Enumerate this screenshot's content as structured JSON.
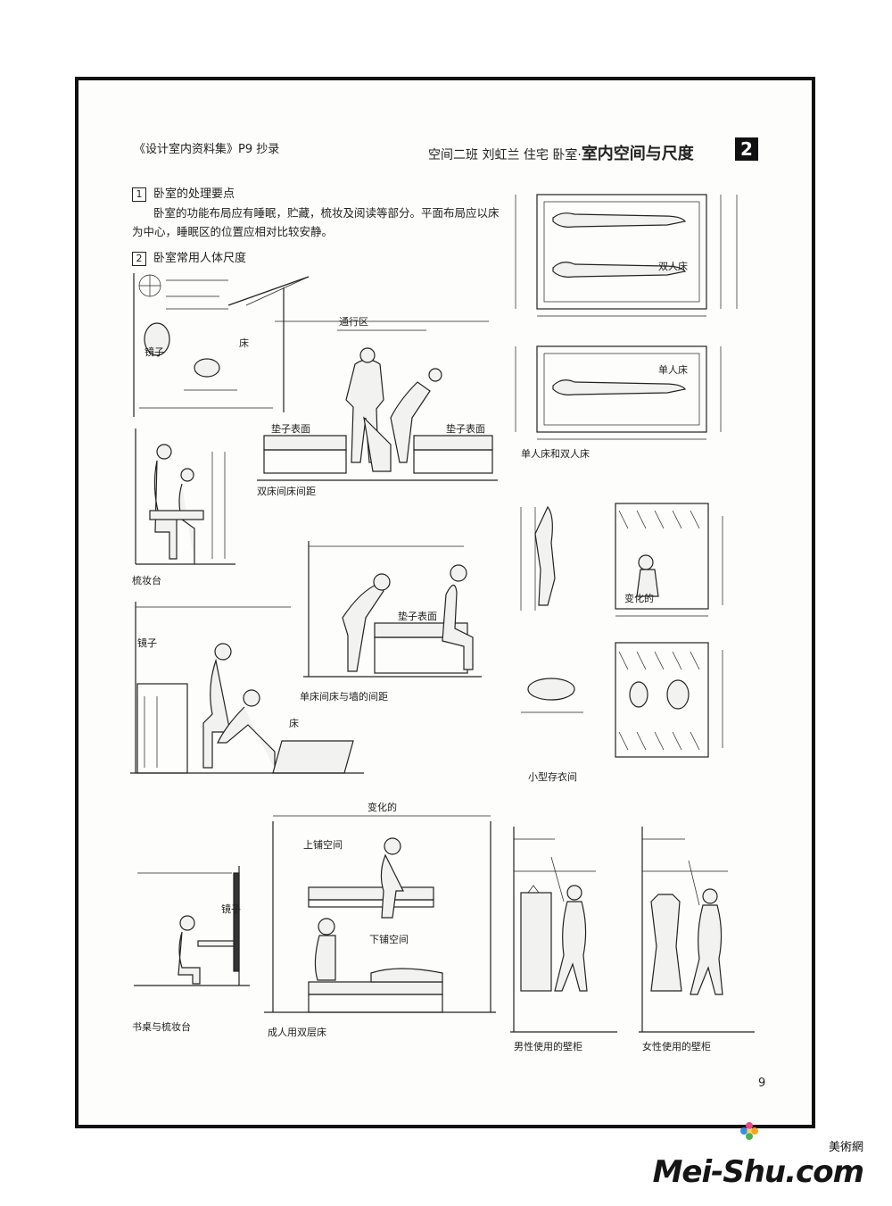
{
  "header": {
    "left_note": "《设计室内资料集》P9 抄录",
    "right_note": "空间二班 刘虹兰 住宅 卧室·",
    "title": "室内空间与尺度",
    "chapter_num": "2"
  },
  "sections": [
    {
      "num": "1",
      "title": "卧室的处理要点",
      "body": "卧室的功能布局应有睡眠，贮藏，梳妆及阅读等部分。平面布局应以床为中心，睡眠区的位置应相对比较安静。"
    },
    {
      "num": "2",
      "title": "卧室常用人体尺度"
    }
  ],
  "captions": {
    "twin_bed_gap": "双床间床间距",
    "dressing_table": "梳妆台",
    "single_bed_wall": "单床间床与墙的间距",
    "single_double_bed": "单人床和双人床",
    "small_wardrobe": "小型存衣间",
    "desk_dressing": "书桌与梳妆台",
    "bunk_bed": "成人用双层床",
    "male_wardrobe": "男性使用的壁柜",
    "female_wardrobe": "女性使用的壁柜",
    "single_bed_label": "单人床",
    "double_bed_label": "双人床",
    "upper_space": "上铺空间",
    "lower_space": "下铺空间",
    "variable": "变化的",
    "mirror": "镜子",
    "bed": "床",
    "walkway": "通行区",
    "mattress": "垫子表面"
  },
  "page_number": "9",
  "watermark": {
    "brand": "Mei-Shu",
    "domain": ".com",
    "cn": "美術網"
  }
}
